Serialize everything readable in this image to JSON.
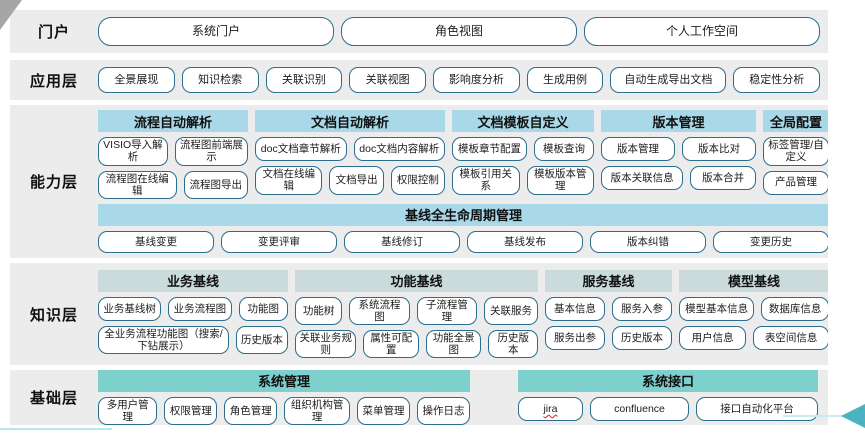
{
  "colors": {
    "band_bg": "#ececec",
    "header_blue": "#a9d9e9",
    "header_gray": "#cbdbdb",
    "header_teal": "#7ed0cc",
    "button_border": "#2a6d8c",
    "arrow": "#49b3bf",
    "arrow_tail": "#c9ebf0",
    "bottom_line": "#b5e9f2",
    "misspell": "#e03131"
  },
  "layers": [
    {
      "id": "portal",
      "label": "门户",
      "buttons": [
        "系统门户",
        "角色视图",
        "个人工作空间"
      ]
    },
    {
      "id": "application",
      "label": "应用层",
      "buttons": [
        "全景展现",
        "知识检索",
        "关联识别",
        "关联视图",
        "影响度分析",
        "生成用例",
        "自动生成导出文档",
        "稳定性分析"
      ]
    },
    {
      "id": "capability",
      "label": "能力层",
      "header_style": "blue",
      "groups": [
        {
          "title": "流程自动解析",
          "rows": [
            [
              "VISIO导入解析",
              "流程图前端展示"
            ],
            [
              "流程图在线编辑",
              "流程图导出"
            ]
          ]
        },
        {
          "title": "文档自动解析",
          "rows": [
            [
              "doc文档章节解析",
              "doc文档内容解析"
            ],
            [
              "文档在线编辑",
              "文档导出",
              "权限控制"
            ]
          ]
        },
        {
          "title": "文档模板自定义",
          "rows": [
            [
              "模板章节配置",
              "模板查询"
            ],
            [
              "模板引用关系",
              "模板版本管理"
            ]
          ]
        },
        {
          "title": "版本管理",
          "rows": [
            [
              "版本管理",
              "版本比对"
            ],
            [
              "版本关联信息",
              "版本合并"
            ]
          ]
        },
        {
          "title": "全局配置",
          "rows": [
            [
              "标签管理/自定义"
            ],
            [
              "产品管理"
            ]
          ]
        }
      ],
      "full_width_group": {
        "title": "基线全生命周期管理",
        "buttons": [
          "基线变更",
          "变更评审",
          "基线修订",
          "基线发布",
          "版本纠错",
          "变更历史"
        ]
      }
    },
    {
      "id": "knowledge",
      "label": "知识层",
      "header_style": "gray",
      "groups": [
        {
          "title": "业务基线",
          "rows": [
            [
              "业务基线树",
              "业务流程图",
              "功能图"
            ],
            [
              "全业务流程功能图（搜索/下钻展示）",
              "历史版本"
            ]
          ]
        },
        {
          "title": "功能基线",
          "rows": [
            [
              "功能树",
              "系统流程图",
              "子流程管理",
              "关联服务"
            ],
            [
              "关联业务规则",
              "属性可配置",
              "功能全景图",
              "历史版本"
            ]
          ]
        },
        {
          "title": "服务基线",
          "rows": [
            [
              "基本信息",
              "服务入参"
            ],
            [
              "服务出参",
              "历史版本"
            ]
          ]
        },
        {
          "title": "模型基线",
          "rows": [
            [
              "模型基本信息",
              "数据库信息"
            ],
            [
              "用户信息",
              "表空间信息"
            ]
          ]
        }
      ]
    },
    {
      "id": "foundation",
      "label": "基础层",
      "header_style": "teal",
      "groups": [
        {
          "title": "系统管理",
          "rows": [
            [
              "多用户管理",
              "权限管理",
              "角色管理",
              "组织机构管理",
              "菜单管理",
              "操作日志"
            ]
          ]
        },
        {
          "title": "系统接口",
          "rows": [
            [
              "jira",
              "confluence",
              "接口自动化平台"
            ]
          ]
        }
      ]
    }
  ]
}
